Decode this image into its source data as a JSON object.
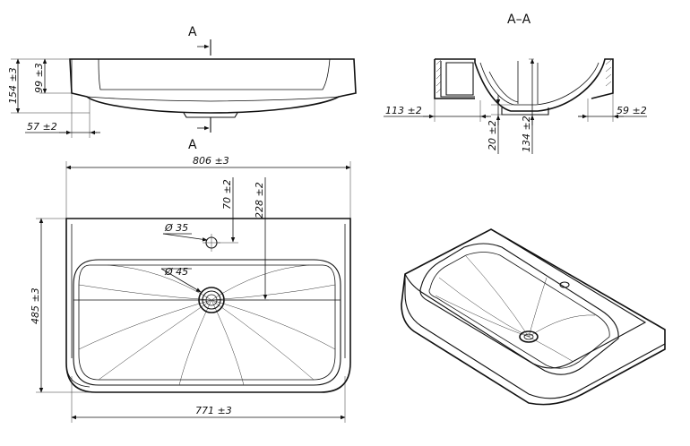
{
  "section_marks": {
    "top": "A",
    "bottom": "A",
    "title": "A–A"
  },
  "dimensions": {
    "height_total": "154 ±3",
    "height_bowl": "99 ±3",
    "overhang": "57 ±2",
    "section_left": "113 ±2",
    "section_right": "59 ±2",
    "drain_height": "20 ±2",
    "bowl_depth": "134 ±2",
    "width_overall": "806 ±3",
    "tap_offset": "70 ±2",
    "drain_offset": "228 ±2",
    "tap_hole": "Ø 35",
    "drain_hole": "Ø 45",
    "depth_overall": "485 ±3",
    "width_base": "771 ±3"
  }
}
